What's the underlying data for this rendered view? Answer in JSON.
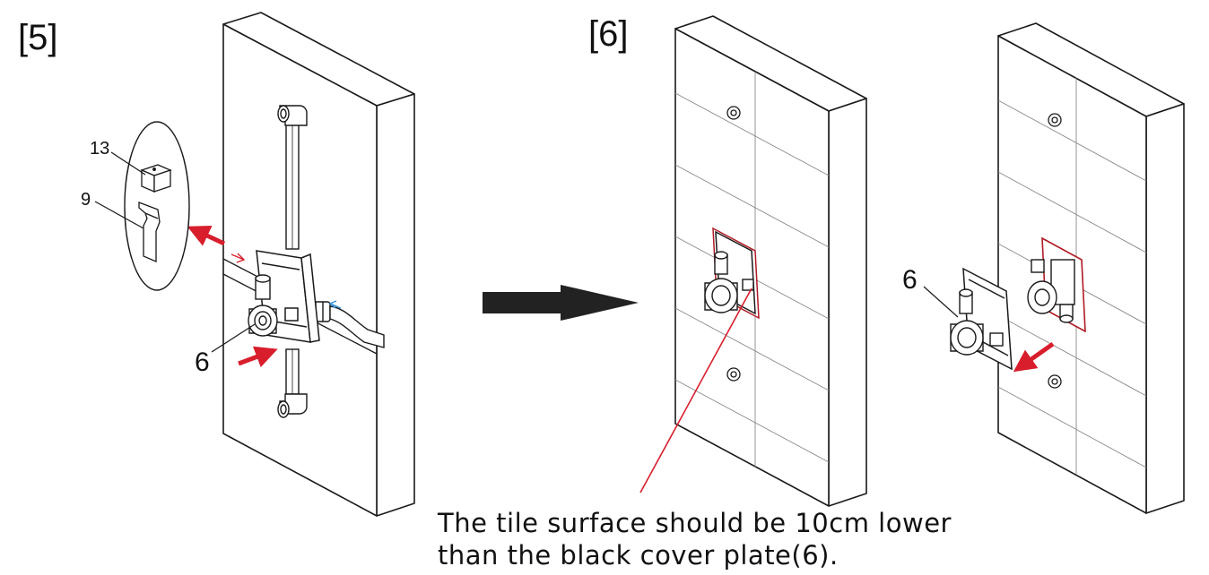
{
  "steps": {
    "step5": "[5]",
    "step6": "[6]"
  },
  "callouts": {
    "part13": "13",
    "part9": "9",
    "part6_left": "6",
    "part6_right": "6"
  },
  "note": {
    "line1": "The tile surface should be 10cm lower",
    "line2": "than the black cover plate(6)."
  },
  "colors": {
    "line": "#1a1a1a",
    "accent_red": "#d81e2c",
    "accent_blue": "#2f8fd8",
    "arrow_black": "#222222"
  }
}
